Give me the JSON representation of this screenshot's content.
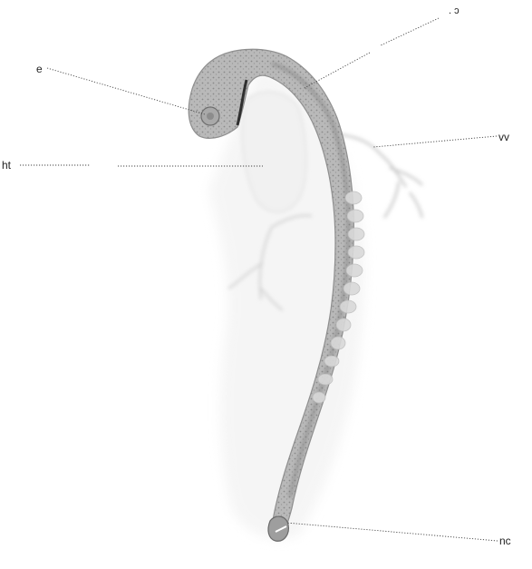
{
  "labels": {
    "e": "e",
    "ht": "ht",
    "vv": "vv",
    "nc": "nc",
    "g": ". ɔ"
  },
  "colors": {
    "background": "#ffffff",
    "tissue_dark": "#8f8f8f",
    "tissue_light": "#d2d2d2",
    "leader_line": "#444444",
    "label_text": "#222222"
  }
}
